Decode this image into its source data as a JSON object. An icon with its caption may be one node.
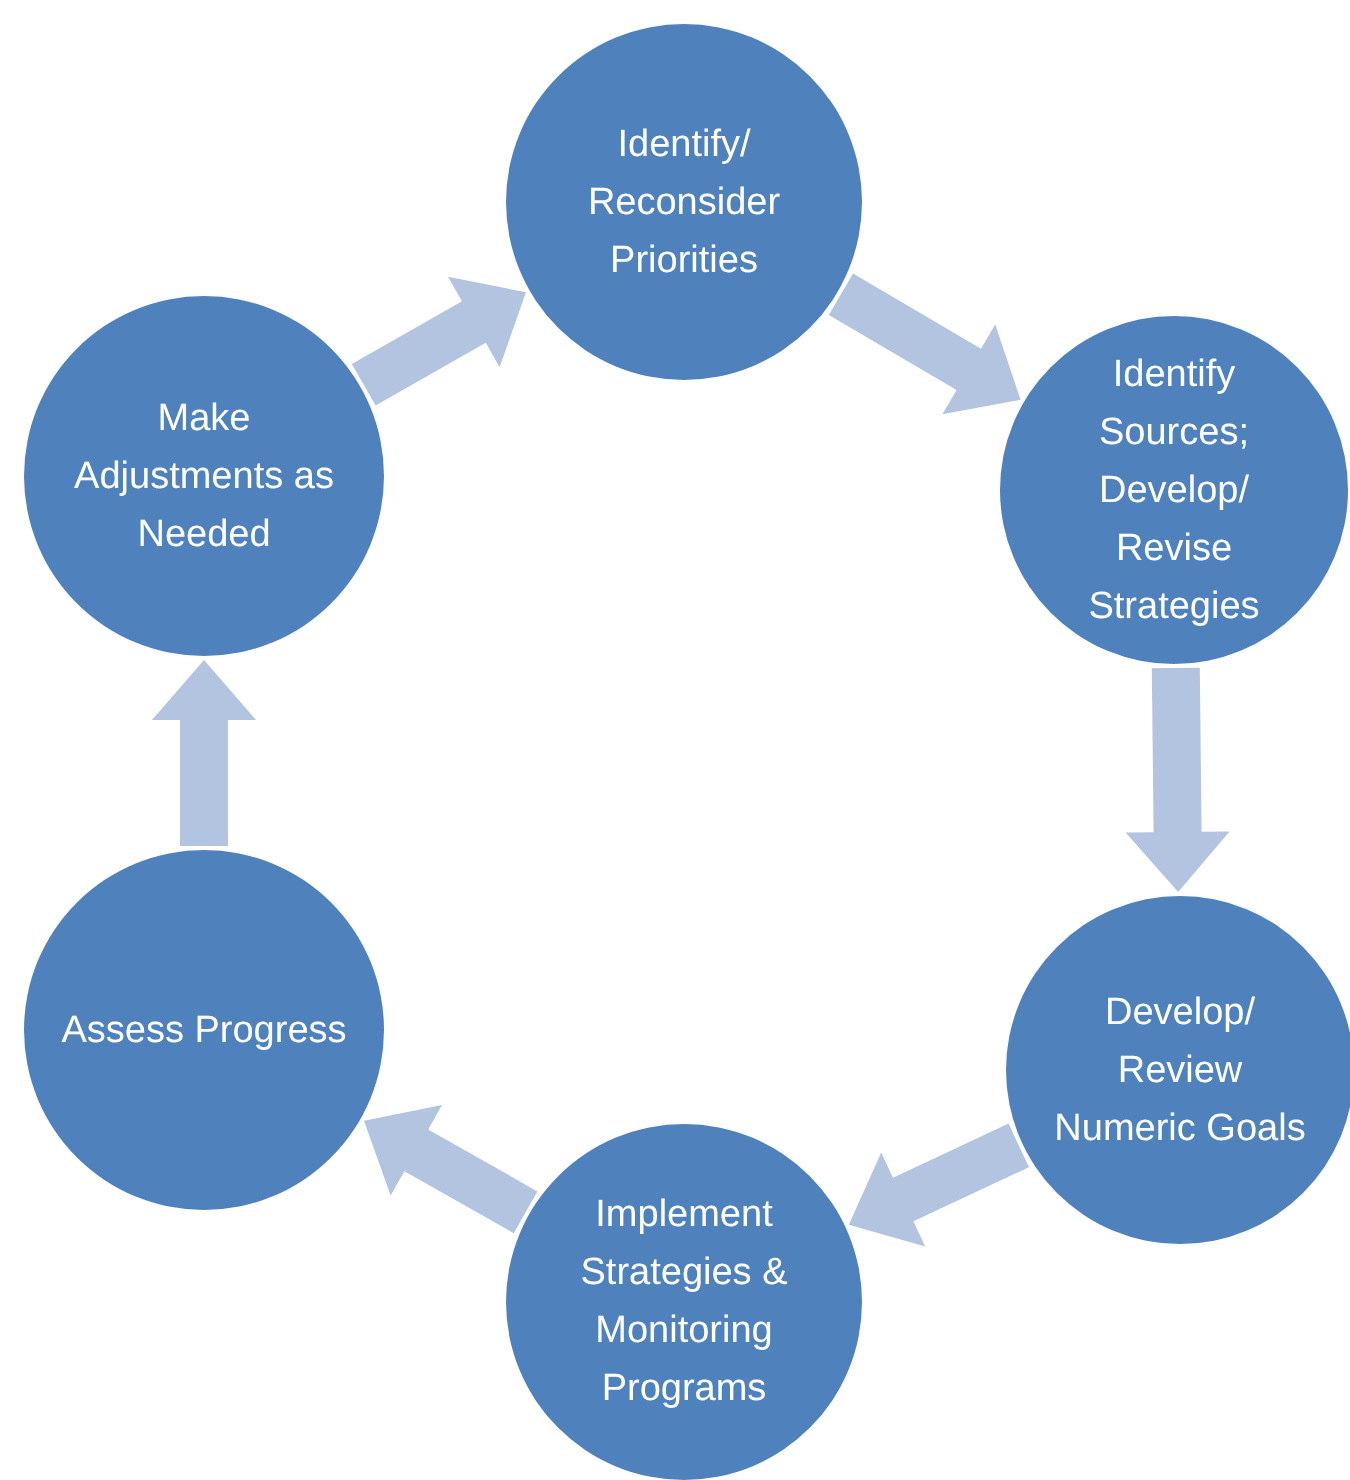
{
  "diagram": {
    "nodes": [
      {
        "text": [
          "Identify/ Reconsider Priorities"
        ]
      },
      {
        "text": [
          "Identify Sources; Develop/ Revise Strategies"
        ]
      },
      {
        "text": [
          "Develop/ Review Numeric Goals"
        ]
      },
      {
        "text": [
          "Implement Strategies & Monitoring Programs"
        ]
      },
      {
        "text": [
          "Assess Progress"
        ]
      },
      {
        "text": [
          "Make Adjustments as Needed"
        ]
      }
    ],
    "edges": [
      {
        "from": 0,
        "to": 1,
        "arrow": "to"
      },
      {
        "from": 1,
        "to": 2,
        "arrow": "to"
      },
      {
        "from": 2,
        "to": 3,
        "arrow": "to"
      },
      {
        "from": 3,
        "to": 4,
        "arrow": "to"
      },
      {
        "from": 4,
        "to": 5,
        "arrow": "to"
      },
      {
        "from": 5,
        "to": 0,
        "arrow": "to"
      }
    ]
  }
}
